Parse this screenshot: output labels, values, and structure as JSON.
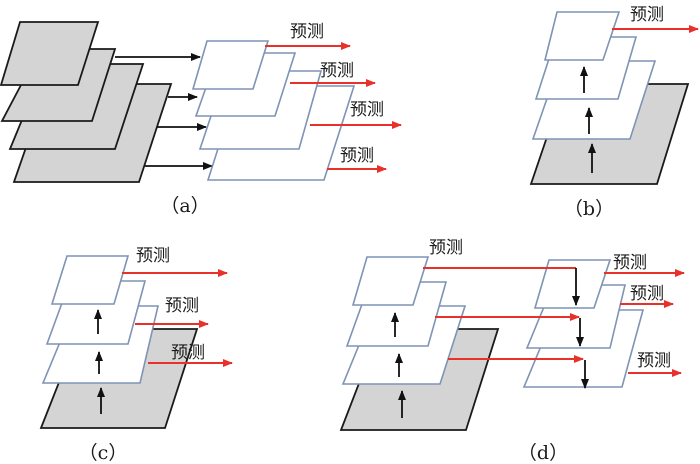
{
  "figure": {
    "prediction_label": "预测",
    "colors": {
      "gray_plane_fill": "#d4d4d4",
      "gray_plane_stroke": "#1a1a1a",
      "feature_plane_stroke": "#7f93b5",
      "feature_plane_fill": "#ffffff",
      "prediction_arrow": "#e8312a",
      "flow_arrow": "#111111"
    },
    "panels": [
      {
        "id": "a",
        "caption": "（a）",
        "description": "Featurized image pyramid: each input image scale produces its own feature map and prediction",
        "input_levels": 4,
        "feature_levels": 4,
        "predictions": 4
      },
      {
        "id": "b",
        "caption": "（b）",
        "description": "Single feature map: bottom-up network, prediction from top level only",
        "input_levels": 1,
        "feature_levels": 3,
        "predictions": 1
      },
      {
        "id": "c",
        "caption": "（c）",
        "description": "Pyramidal feature hierarchy: predictions at every bottom-up level",
        "input_levels": 1,
        "feature_levels": 3,
        "predictions": 3
      },
      {
        "id": "d",
        "caption": "（d）",
        "description": "Feature pyramid network: bottom-up pathway with top-down pathway and lateral connections, predictions at each top-down level",
        "input_levels": 1,
        "feature_levels": 3,
        "topdown_levels": 3,
        "predictions": 3
      }
    ]
  }
}
